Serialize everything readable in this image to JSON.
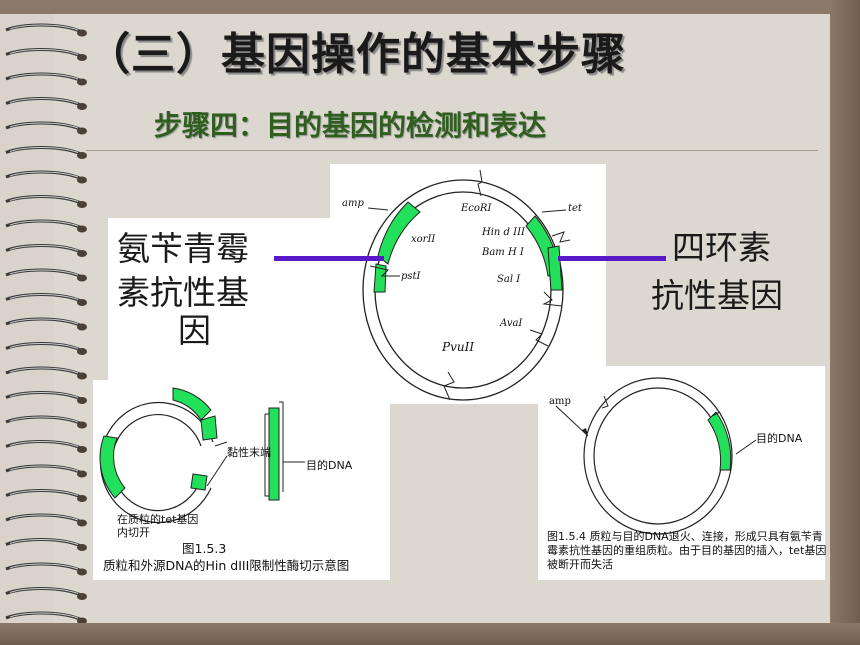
{
  "title": "（三）基因操作的基本步骤",
  "subtitle": "步骤四：目的基因的检测和表达",
  "labels": {
    "amp_gene_line1": "氨苄青霉",
    "amp_gene_line2": "素抗性基",
    "amp_gene_line3": "因",
    "tet_gene_line1": "四环素",
    "tet_gene_line2": "抗性基因"
  },
  "plasmid_main": {
    "sites": {
      "amp": "amp",
      "ecori": "EcoRI",
      "tet": "tet",
      "hind3": "Hin d III",
      "bamh1": "Bam H I",
      "sal1": "Sal I",
      "xor2": "xorII",
      "pst1": "pstI",
      "ava1": "AvaI",
      "pvu2": "PvuII"
    }
  },
  "figure_left": {
    "sticky_end": "黏性末端",
    "target_dna": "目的DNA",
    "cut_note_line1": "在质粒的tet基因",
    "cut_note_line2": "内切开",
    "fig_number": "图1.5.3",
    "caption": "质粒和外源DNA的Hin dIII限制性酶切示意图"
  },
  "figure_right": {
    "amp": "amp",
    "target_dna": "目的DNA",
    "caption_line1": "图1.5.4 质粒与目的DNA退火、连接，形成只具有氨苄青",
    "caption_line2": "霉素抗性基因的重组质粒。由于目的基因的插入，tet基因",
    "caption_line3": "被断开而失活"
  },
  "colors": {
    "green": "#22e05a",
    "purple": "#5a19c8",
    "subtitle": "#2f5e1f"
  }
}
